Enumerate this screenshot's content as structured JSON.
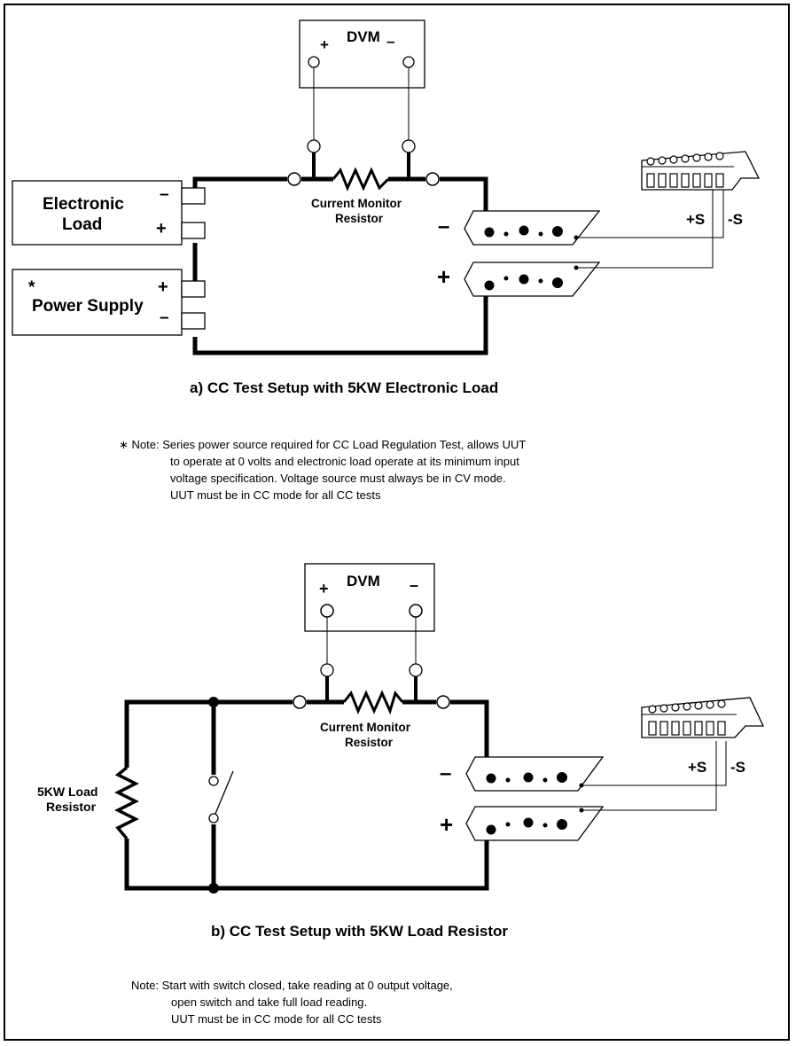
{
  "diagram_a": {
    "dvm_label": "DVM",
    "dvm_plus": "+",
    "dvm_minus": "–",
    "electronic_load_line1": "Electronic",
    "electronic_load_line2": "Load",
    "eload_minus": "–",
    "eload_plus": "+",
    "power_supply_star": "*",
    "power_supply_label": "Power Supply",
    "ps_plus": "+",
    "ps_minus": "–",
    "resistor_line1": "Current Monitor",
    "resistor_line2": "Resistor",
    "out_minus": "–",
    "out_plus": "+",
    "sense_plus": "+S",
    "sense_minus": "-S",
    "caption": "a) CC Test Setup with 5KW Electronic Load"
  },
  "note_a": {
    "prefix": "∗ Note:",
    "line1": "Series power source required for CC Load Regulation Test, allows UUT",
    "line2": "to operate at 0 volts and electronic load operate at its minimum input",
    "line3": "voltage specification. Voltage source must always be in CV mode.",
    "line4": "UUT must be in CC mode for all CC tests"
  },
  "diagram_b": {
    "dvm_label": "DVM",
    "dvm_plus": "+",
    "dvm_minus": "–",
    "load_resistor_line1": "5KW Load",
    "load_resistor_line2": "Resistor",
    "resistor_line1": "Current Monitor",
    "resistor_line2": "Resistor",
    "out_minus": "–",
    "out_plus": "+",
    "sense_plus": "+S",
    "sense_minus": "-S",
    "caption": "b) CC Test Setup with 5KW Load Resistor"
  },
  "note_b": {
    "prefix": "Note:",
    "line1": "Start with switch closed, take reading at 0 output voltage,",
    "line2": "open switch and take full load reading.",
    "line3": "UUT must be in CC mode for all CC tests"
  }
}
